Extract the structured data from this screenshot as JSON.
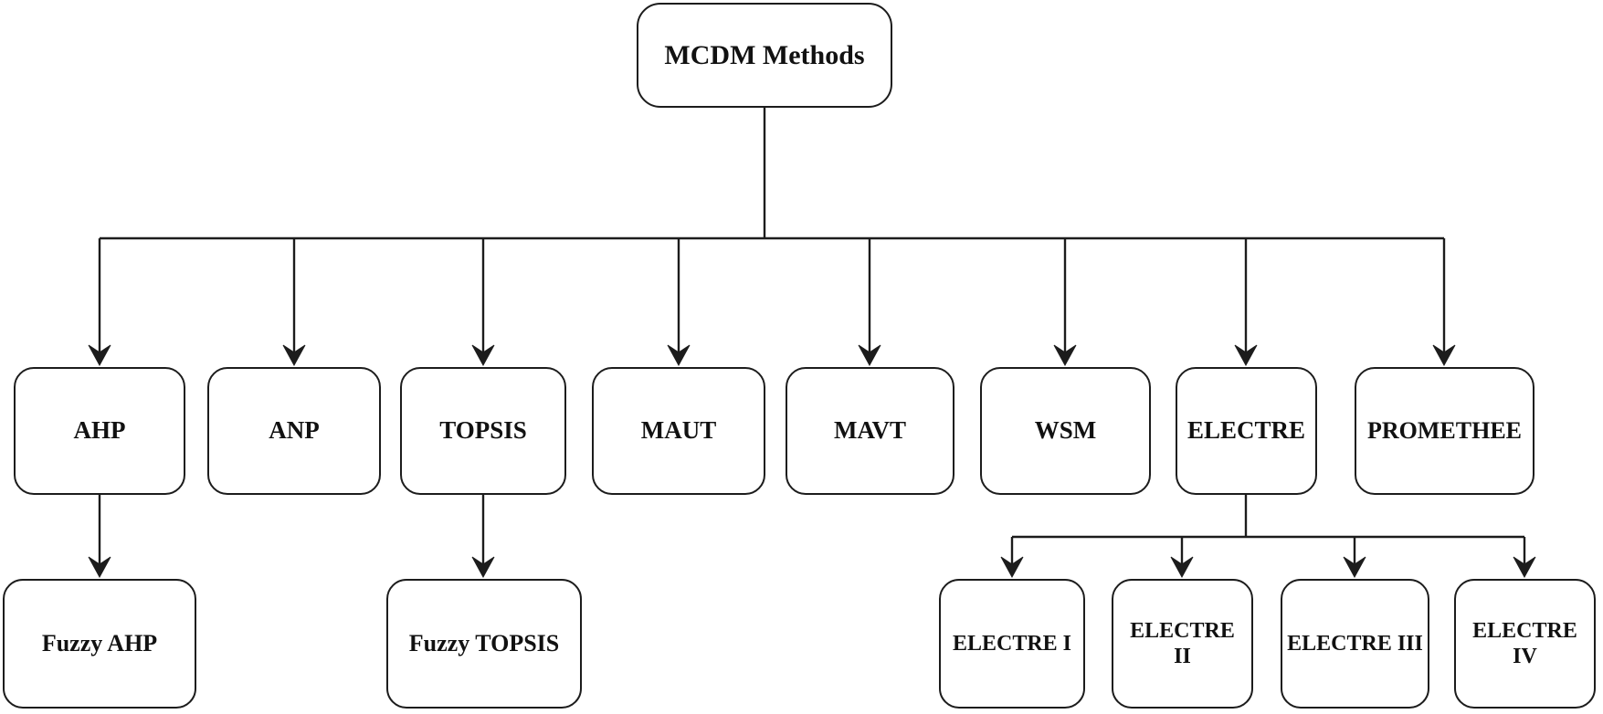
{
  "diagram": {
    "type": "hierarchy-flowchart",
    "background_color": "#ffffff",
    "line_color": "#1c1c1c",
    "box_fill": "#ffffff",
    "box_border_color": "#1c1c1c",
    "text_color": "#111111",
    "nodes": {
      "root": {
        "label": "MCDM Methods"
      },
      "ahp": {
        "label": "AHP"
      },
      "anp": {
        "label": "ANP"
      },
      "topsis": {
        "label": "TOPSIS"
      },
      "maut": {
        "label": "MAUT"
      },
      "mavt": {
        "label": "MAVT"
      },
      "wsm": {
        "label": "WSM"
      },
      "electre": {
        "label": "ELECTRE"
      },
      "promethee": {
        "label": "PROMETHEE"
      },
      "fuzzy_ahp": {
        "label": "Fuzzy AHP"
      },
      "fuzzy_topsis": {
        "label": "Fuzzy TOPSIS"
      },
      "electre_1": {
        "label": "ELECTRE I"
      },
      "electre_2": {
        "label": [
          "ELECTRE",
          "II"
        ]
      },
      "electre_3": {
        "label": "ELECTRE III"
      },
      "electre_4": {
        "label": [
          "ELECTRE",
          "IV"
        ]
      }
    },
    "edges": [
      {
        "from": "MCDM Methods",
        "to": "AHP"
      },
      {
        "from": "MCDM Methods",
        "to": "ANP"
      },
      {
        "from": "MCDM Methods",
        "to": "TOPSIS"
      },
      {
        "from": "MCDM Methods",
        "to": "MAUT"
      },
      {
        "from": "MCDM Methods",
        "to": "MAVT"
      },
      {
        "from": "MCDM Methods",
        "to": "WSM"
      },
      {
        "from": "MCDM Methods",
        "to": "ELECTRE"
      },
      {
        "from": "MCDM Methods",
        "to": "PROMETHEE"
      },
      {
        "from": "AHP",
        "to": "Fuzzy AHP"
      },
      {
        "from": "TOPSIS",
        "to": "Fuzzy TOPSIS"
      },
      {
        "from": "ELECTRE",
        "to": "ELECTRE I"
      },
      {
        "from": "ELECTRE",
        "to": "ELECTRE II"
      },
      {
        "from": "ELECTRE",
        "to": "ELECTRE III"
      },
      {
        "from": "ELECTRE",
        "to": "ELECTRE IV"
      }
    ]
  }
}
